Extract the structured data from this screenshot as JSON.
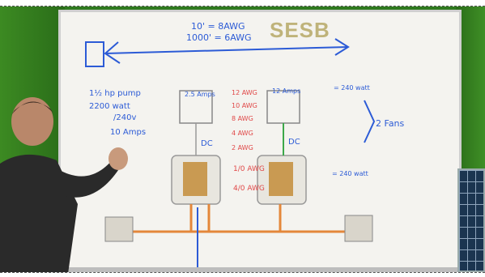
{
  "board": {
    "logo": "SESB",
    "top_note_1": "10' = 8AWG",
    "top_note_2": "1000' = 6AWG",
    "left_note_1": "1½ hp pump",
    "left_note_2": "2200 watt",
    "left_note_3": "/240v",
    "left_note_4": "10 Amps",
    "fans_note": "2 Fans",
    "dc_left": "DC",
    "dc_right": "DC",
    "awg_1": "12 AWG",
    "awg_2": "10 AWG",
    "awg_3": "8 AWG",
    "awg_4": "4 AWG",
    "awg_5": "2 AWG",
    "awg_6": "1/0 AWG",
    "awg_7": "4/0 AWG",
    "battery_label_1": "2.5 Amps",
    "battery_label_2": "12 Amps",
    "right_note_1": "= 240 watt",
    "right_note_2": "= 240 watt"
  },
  "colors": {
    "board": "#f4f3ef",
    "ink_blue": "#2c5bd6",
    "ink_red": "#e04848",
    "wire_orange": "#e4873a",
    "wall_green": "#2f7a1f"
  }
}
